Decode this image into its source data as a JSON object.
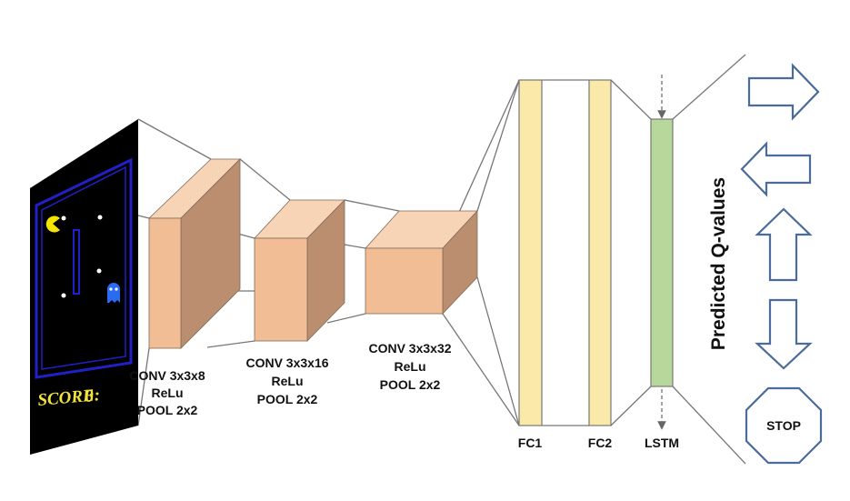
{
  "game": {
    "score_label": "SCORE:",
    "score_value": "0"
  },
  "layers": [
    {
      "lines": [
        "CONV 3x3x8",
        "ReLu",
        "POOL 2x2"
      ]
    },
    {
      "lines": [
        "CONV 3x3x16",
        "ReLu",
        "POOL 2x2"
      ]
    },
    {
      "lines": [
        "CONV 3x3x32",
        "ReLu",
        "POOL 2x2"
      ]
    }
  ],
  "fc_labels": {
    "fc1": "FC1",
    "fc2": "FC2",
    "lstm": "LSTM"
  },
  "output": {
    "title": "Predicted Q-values",
    "actions": [
      "right-arrow-icon",
      "left-arrow-icon",
      "up-arrow-icon",
      "down-arrow-icon",
      "stop-sign-icon"
    ],
    "stop_label": "STOP"
  },
  "colors": {
    "conv_front": "#f0bd94",
    "conv_side": "#ba8e6e",
    "conv_top": "#f7d4b6",
    "fc_bar": "#fae9a8",
    "lstm_bar": "#b7d89a",
    "arrow_stroke": "#4b6c9a",
    "maze_blue": "#2020c8",
    "pacman_yellow": "#f5e400",
    "ghost_blue": "#2a6cf0"
  }
}
